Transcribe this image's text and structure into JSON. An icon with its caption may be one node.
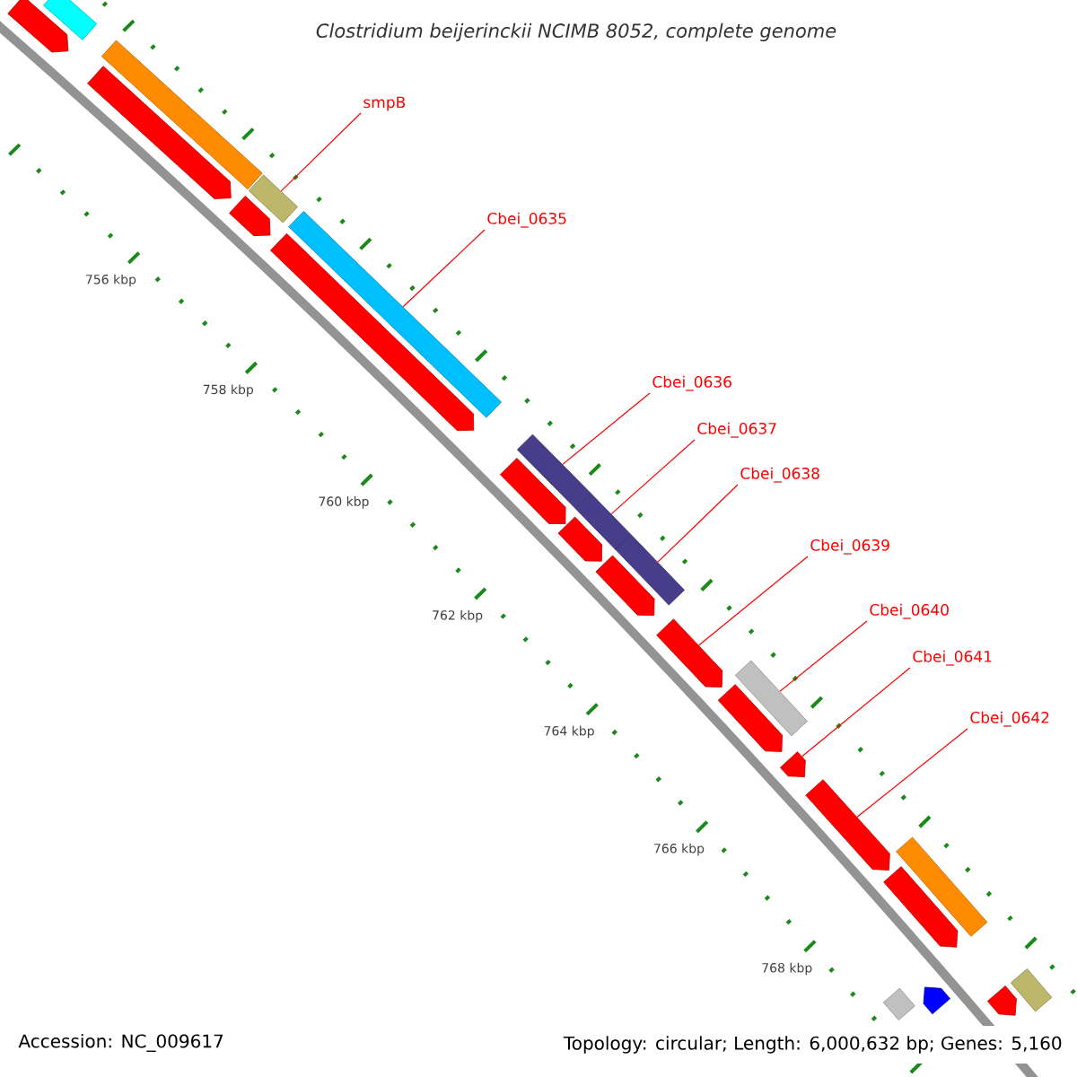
{
  "diagram": {
    "title": "Clostridium beijerinckii NCIMB 8052, complete genome",
    "nodes": [
      {
        "text": [
          "smpB"
        ]
      },
      {
        "text": [
          "Cbei_0635"
        ]
      },
      {
        "text": [
          "Cbei_0636"
        ]
      },
      {
        "text": [
          "Cbei_0637"
        ]
      },
      {
        "text": [
          "Cbei_0638"
        ]
      },
      {
        "text": [
          "Cbei_0639"
        ]
      },
      {
        "text": [
          "Cbei_0640"
        ]
      },
      {
        "text": [
          "Cbei_0641"
        ]
      },
      {
        "text": [
          "Cbei_0642"
        ]
      },
      {
        "text": [],
        "shape": "bar"
      },
      {
        "text": [],
        "shape": "arrow"
      },
      {
        "text": [],
        "shape": "bar"
      },
      {
        "text": [],
        "shape": "arrow"
      },
      {
        "text": [],
        "shape": "arrow"
      },
      {
        "text": [],
        "shape": "bar"
      },
      {
        "text": [],
        "shape": "bar"
      },
      {
        "text": [],
        "shape": "arrow"
      },
      {
        "text": [],
        "shape": "bar"
      },
      {
        "text": [],
        "shape": "bar"
      },
      {
        "text": [],
        "shape": "bar"
      },
      {
        "text": [],
        "shape": "arrow"
      },
      {
        "text": [],
        "shape": "arrow"
      },
      {
        "text": [],
        "shape": "arrow"
      },
      {
        "text": [],
        "shape": "arrow"
      },
      {
        "text": [],
        "shape": "bar"
      },
      {
        "text": [],
        "shape": "arrow"
      },
      {
        "text": [],
        "shape": "arrow"
      },
      {
        "text": [],
        "shape": "arrow"
      },
      {
        "text": [],
        "shape": "bar"
      },
      {
        "text": [],
        "shape": "arrow"
      },
      {
        "text": [],
        "shape": "bar"
      },
      {
        "text": [],
        "shape": "arrow"
      },
      {
        "text": [],
        "shape": "bar"
      },
      {
        "text": [],
        "shape": "arrow"
      }
    ],
    "edges": [
      {
        "from": 0,
        "to": 14,
        "arrow": "none"
      },
      {
        "from": 1,
        "to": 15,
        "arrow": "none"
      },
      {
        "from": 2,
        "to": 17,
        "arrow": "none"
      },
      {
        "from": 3,
        "to": 18,
        "arrow": "none"
      },
      {
        "from": 4,
        "to": 19,
        "arrow": "none"
      },
      {
        "from": 5,
        "to": 23,
        "arrow": "none"
      },
      {
        "from": 6,
        "to": 24,
        "arrow": "none"
      },
      {
        "from": 7,
        "to": 26,
        "arrow": "none"
      },
      {
        "from": 8,
        "to": 27,
        "arrow": "none"
      }
    ],
    "labels": [
      "756 kbp",
      "758 kbp",
      "760 kbp",
      "762 kbp",
      "764 kbp",
      "766 kbp",
      "768 kbp",
      "Accession: NC_009617",
      "Topology: circular; Length: 6,000,632 bp; Genes: 5,160"
    ]
  }
}
